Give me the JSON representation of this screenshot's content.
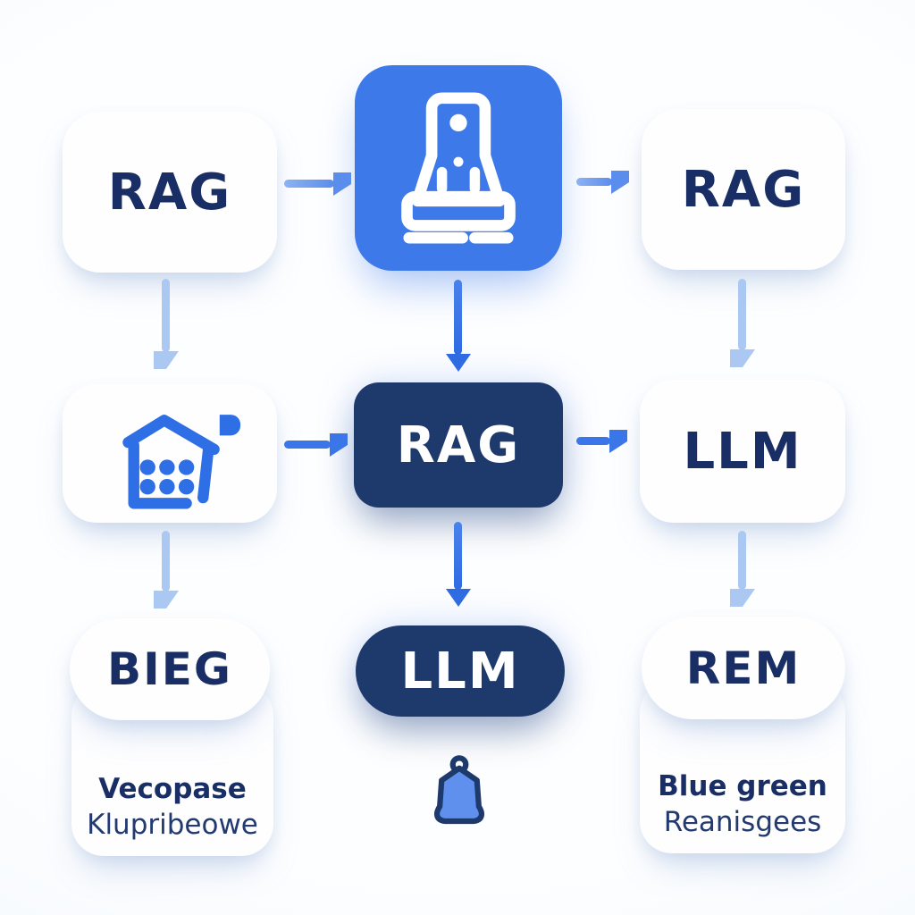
{
  "diagram": {
    "type": "flowchart-grid-3x3",
    "colors": {
      "background": "#f8fbfe",
      "card_white": "#fefeff",
      "accent_blue_square": "#3d79e9",
      "navy_box": "#1e3a6c",
      "text_navy": "#1a2e66",
      "icon_blue": "#2e6fe5",
      "arrow_light": "#aac8f2",
      "arrow_medium": "#5b8ded",
      "arrow_strong": "#3b76e8",
      "bell_fill": "#6090ee"
    },
    "nodes": {
      "top_left": {
        "label": "RAG"
      },
      "top_center": {
        "icon": "scanner-lamp-icon"
      },
      "top_right": {
        "label": "RAG"
      },
      "mid_left": {
        "icon": "warehouse-database-icon"
      },
      "mid_center": {
        "label": "RAG"
      },
      "mid_right": {
        "label": "LLM"
      },
      "bottom_left": {
        "label": "BIEG",
        "caption_bold": "Vecopase",
        "caption": "Klupribeowe"
      },
      "bottom_center": {
        "label": "LLM",
        "icon": "bell-icon"
      },
      "bottom_right": {
        "label": "REM",
        "caption_bold": "Blue green",
        "caption": "Reanisgees"
      }
    },
    "edges": [
      "top_left -> top_center",
      "top_center -> top_right",
      "top_left -> mid_left",
      "top_center -> mid_center",
      "top_right -> mid_right",
      "mid_left -> mid_center",
      "mid_center -> mid_right",
      "mid_left -> bottom_left",
      "mid_center -> bottom_center",
      "mid_right -> bottom_right"
    ]
  }
}
